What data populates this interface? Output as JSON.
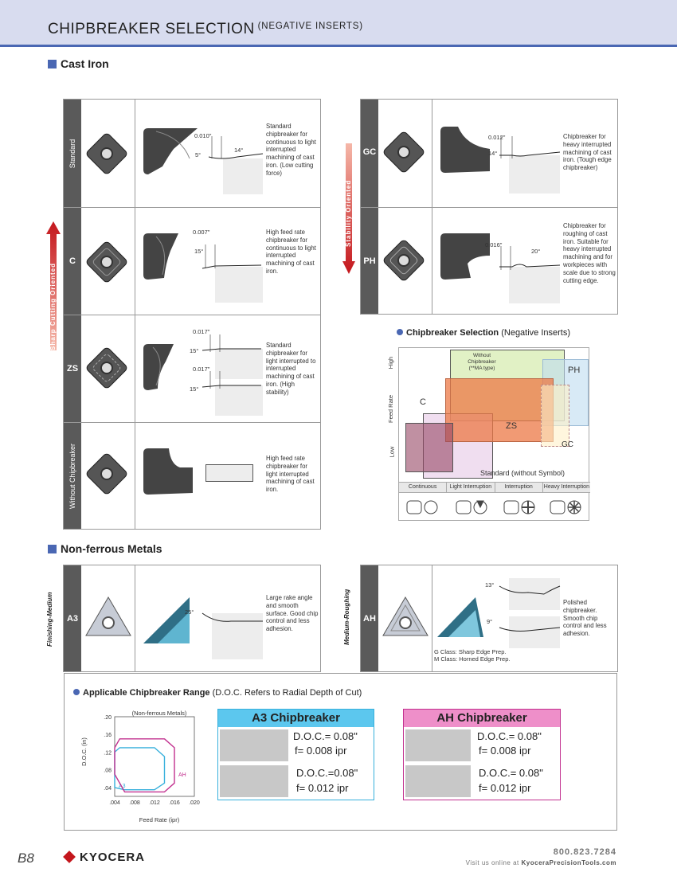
{
  "header": {
    "title": "CHIPBREAKER SELECTION",
    "subtitle": "(NEGATIVE INSERTS)"
  },
  "cast_iron": {
    "heading": "Cast Iron",
    "left_rows": [
      {
        "label": "Standard",
        "code": "",
        "ann": [
          "0.010\"",
          "5°",
          "14°"
        ],
        "desc": "Standard chipbreaker for continuous to light interrupted machining of cast iron. (Low cutting force)"
      },
      {
        "label": "",
        "code": "C",
        "ann": [
          "0.007\"",
          "15°"
        ],
        "desc": "High feed rate chipbreaker for continuous to light interrupted machining of cast iron."
      },
      {
        "label": "",
        "code": "ZS",
        "ann": [
          "0.017\"",
          "15°",
          "0.017\"",
          "15°"
        ],
        "desc": "Standard chipbreaker for light interrupted to interrupted machining of cast iron. (High stability)"
      },
      {
        "label": "Without Chipbreaker",
        "code": "",
        "ann": [],
        "desc": "High feed rate chipbreaker for light interrupted machining of cast iron."
      }
    ],
    "right_rows": [
      {
        "code": "GC",
        "ann": [
          "0.012\"",
          "14°"
        ],
        "desc": "Chipbreaker for heavy interrupted machining of cast iron. (Tough edge chipbreaker)"
      },
      {
        "code": "PH",
        "ann": [
          "0.016\"",
          "20°"
        ],
        "desc": "Chipbreaker for roughing of cast iron. Suitable for heavy interrupted machining and for workpieces with scale due to strong cutting edge."
      }
    ],
    "left_arrow": "Sharp Cutting Oriented",
    "right_arrow": "Stability Oriented"
  },
  "selection": {
    "title": "Chipbreaker Selection",
    "title_note": "(Negative Inserts)",
    "y_axis": "Feed Rate",
    "y_high": "High",
    "y_low": "Low",
    "regions": [
      "Without Chipbreaker (**MA type)",
      "PH",
      "C",
      "ZS",
      "GC",
      "Standard (without Symbol)"
    ],
    "without_lines": [
      "Without",
      "Chipbreaker",
      "(**MA type)"
    ],
    "categories": [
      "Continuous",
      "Light Interruption",
      "Interruption",
      "Heavy Interruption"
    ]
  },
  "nonferrous": {
    "heading": "Non-ferrous Metals",
    "left_side": "Finishing-Medium",
    "right_side": "Medium-Roughing",
    "a3": {
      "code": "A3",
      "ann": "25°",
      "desc": "Large rake angle and smooth surface. Good chip control and less adhesion."
    },
    "ah": {
      "code": "AH",
      "ann": [
        "13°",
        "9°"
      ],
      "desc": "Polished chipbreaker. Smooth chip control and less adhesion.",
      "note1": "G Class: Sharp Edge Prep.",
      "note2": "M Class: Horned Edge Prep."
    }
  },
  "range": {
    "title": "Applicable Chipbreaker Range",
    "title_note": "(D.O.C. Refers to Radial Depth of Cut)",
    "chart_title": "(Non-ferrous Metals)",
    "y_label": "D.O.C. (in)",
    "x_label": "Feed Rate (ipr)",
    "y_ticks": [
      ".20",
      ".16",
      ".12",
      ".08",
      ".04"
    ],
    "x_ticks": [
      ".004",
      ".008",
      ".012",
      ".016",
      ".020"
    ],
    "series": [
      "A3",
      "AH"
    ],
    "a3_box": {
      "title": "A3 Chipbreaker",
      "r1_doc": "D.O.C.= 0.08\"",
      "r1_f": "f= 0.008 ipr",
      "r2_doc": "D.O.C.=0.08\"",
      "r2_f": "f= 0.012 ipr"
    },
    "ah_box": {
      "title": "AH Chipbreaker",
      "r1_doc": "D.O.C.= 0.08\"",
      "r1_f": "f= 0.008 ipr",
      "r2_doc": "D.O.C.= 0.08\"",
      "r2_f": "f= 0.012 ipr"
    }
  },
  "chart_data": {
    "type": "area",
    "title": "(Non-ferrous Metals)",
    "xlabel": "Feed Rate (ipr)",
    "ylabel": "D.O.C. (in)",
    "xlim": [
      0.004,
      0.02
    ],
    "ylim": [
      0.02,
      0.2
    ],
    "series": [
      {
        "name": "A3",
        "x": [
          0.004,
          0.006,
          0.012,
          0.014,
          0.014,
          0.012,
          0.005,
          0.004
        ],
        "y": [
          0.04,
          0.035,
          0.035,
          0.05,
          0.11,
          0.13,
          0.13,
          0.12
        ]
      },
      {
        "name": "AH",
        "x": [
          0.004,
          0.006,
          0.014,
          0.016,
          0.016,
          0.014,
          0.005,
          0.004
        ],
        "y": [
          0.07,
          0.03,
          0.03,
          0.05,
          0.13,
          0.15,
          0.15,
          0.13
        ]
      }
    ]
  },
  "colors": {
    "accent": "#4a67b3",
    "a3": "#37b0dc",
    "ah": "#c2308f",
    "header_bg": "#d8dcef",
    "a3_head": "#5cc7ee",
    "ah_head": "#ee8fc9"
  },
  "footer": {
    "page": "B8",
    "logo": "KYOCERA",
    "phone": "800.823.7284",
    "web_prefix": "Visit us online at ",
    "web_site": "KyoceraPrecisionTools.com"
  }
}
